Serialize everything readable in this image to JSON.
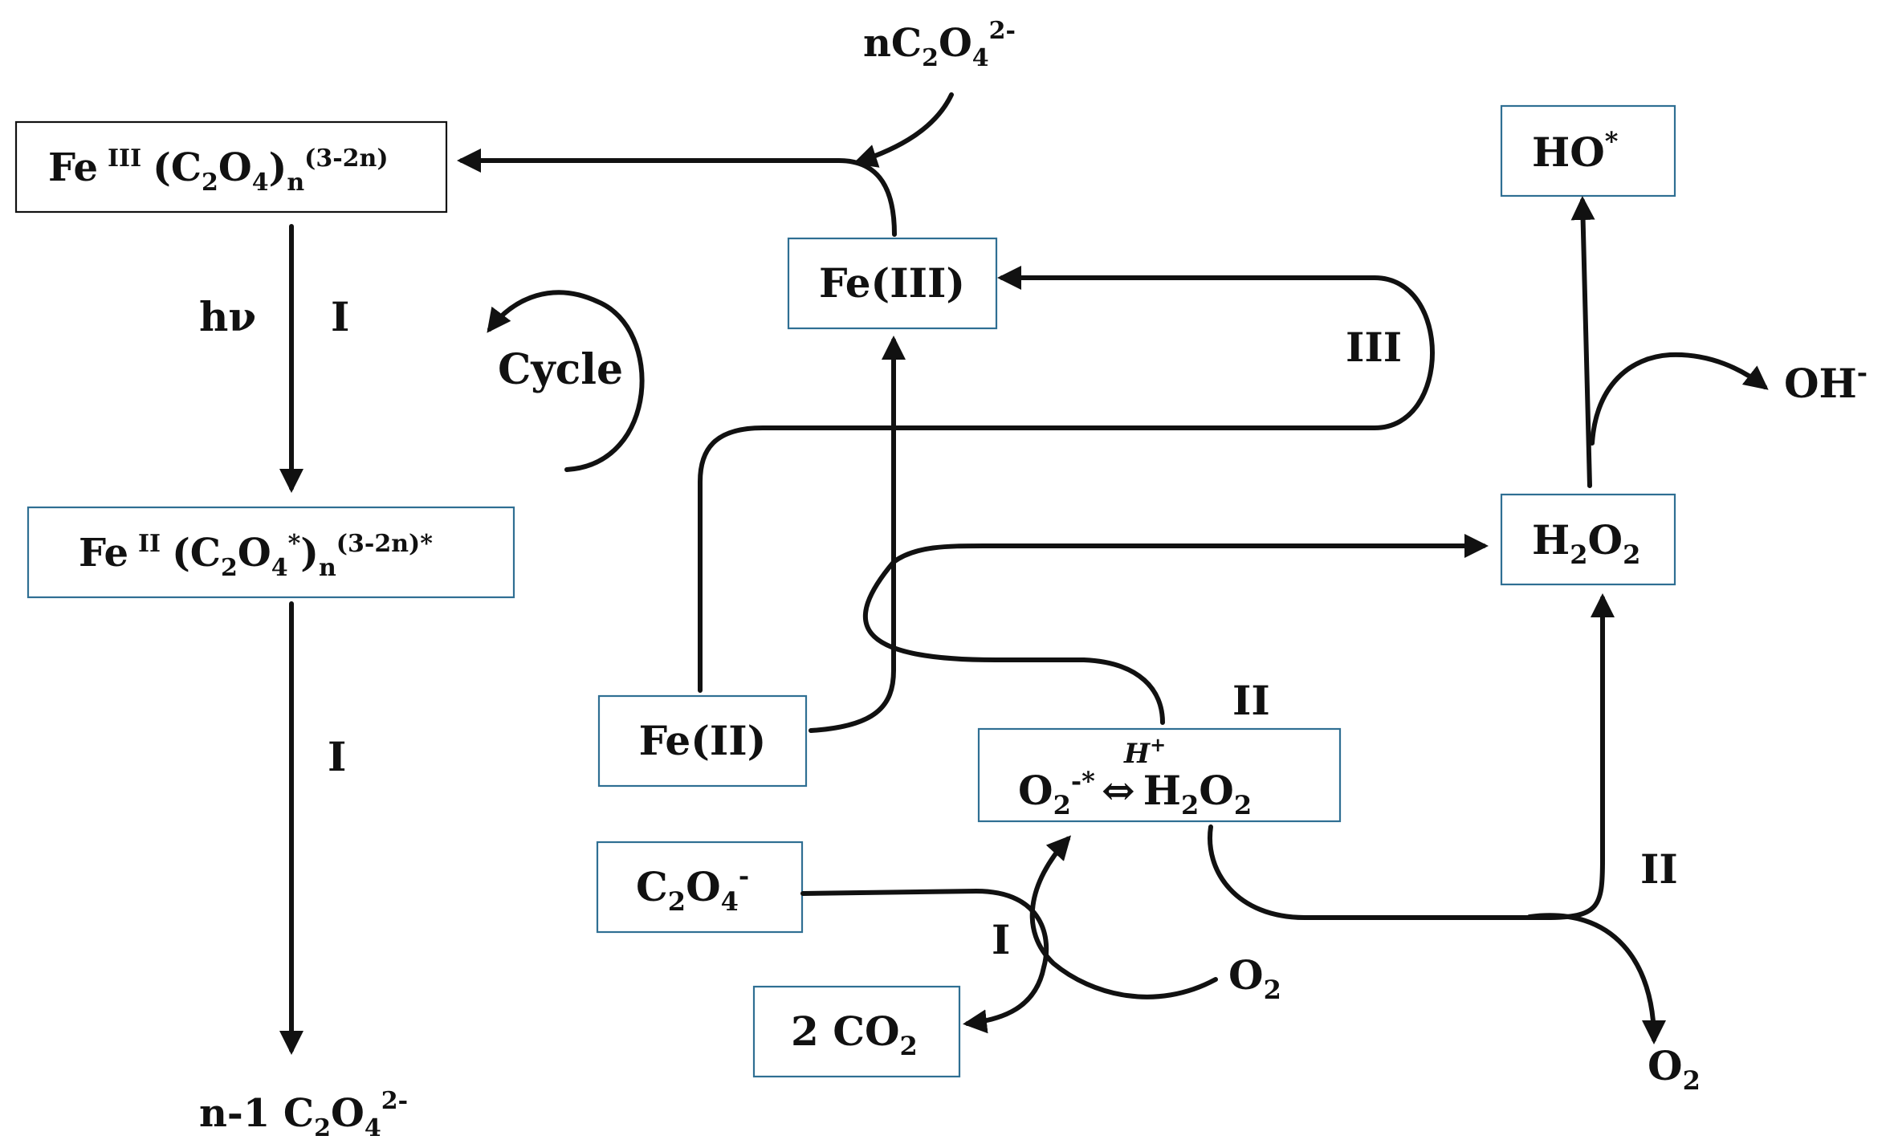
{
  "colors": {
    "ink": "#111111",
    "box_border_blue": "#2f6f93",
    "box_border_black": "#111111",
    "background": "#ffffff"
  },
  "nodes": {
    "fe3_complex": {
      "base": "Fe",
      "oxidation": "III",
      "ligand_open": "(C",
      "ligand_sub_a": "2",
      "ligand_mid": "O",
      "ligand_sub_b": "4",
      "ligand_close": ")",
      "count_sub": "n",
      "charge_sup": "(3-2n)"
    },
    "fe2_complex": {
      "base": "Fe",
      "oxidation": "II",
      "ligand_open": "(C",
      "ligand_sub_a": "2",
      "ligand_mid": "O",
      "ligand_sub_b": "4",
      "radical_sup": "*",
      "ligand_close": ")",
      "count_sub": "n",
      "charge_sup": "(3-2n)*"
    },
    "oxalate_in": {
      "prefix": "nC",
      "sub_a": "2",
      "mid": "O",
      "sub_b": "4",
      "charge": "2-"
    },
    "oxalate_out": {
      "prefix": "n-1 C",
      "sub_a": "2",
      "mid": "O",
      "sub_b": "4",
      "charge": "2-"
    },
    "fe_iii": {
      "text": "Fe(III)"
    },
    "fe_ii": {
      "text": "Fe(II)"
    },
    "ho_radical": {
      "text": "HO",
      "sup": "*"
    },
    "h2o2_right": {
      "h": "H",
      "sub_a": "2",
      "o": "O",
      "sub_b": "2"
    },
    "superoxide_eq": {
      "catalyst": "H",
      "catalyst_charge": "+",
      "left": "O",
      "left_sub": "2",
      "left_sup": "-*",
      "arrow": "⇔",
      "right_h": "H",
      "right_sub_a": "2",
      "right_o": "O",
      "right_sub_b": "2"
    },
    "oxalate_radical": {
      "prefix": "C",
      "sub_a": "2",
      "mid": "O",
      "sub_b": "4",
      "charge": "-"
    },
    "co2": {
      "prefix": "2 CO",
      "sub": "2"
    },
    "o2_input": {
      "text": "O",
      "sub": "2"
    },
    "o2_output": {
      "text": "O",
      "sub": "2"
    },
    "oh_minus": {
      "text": "OH",
      "sup": "-"
    }
  },
  "labels": {
    "hv": "hν",
    "step_i_top": "I",
    "step_i_mid": "I",
    "step_i_low": "I",
    "cycle": "Cycle",
    "step_iii": "III",
    "step_ii_center": "II",
    "step_ii_right": "II"
  }
}
